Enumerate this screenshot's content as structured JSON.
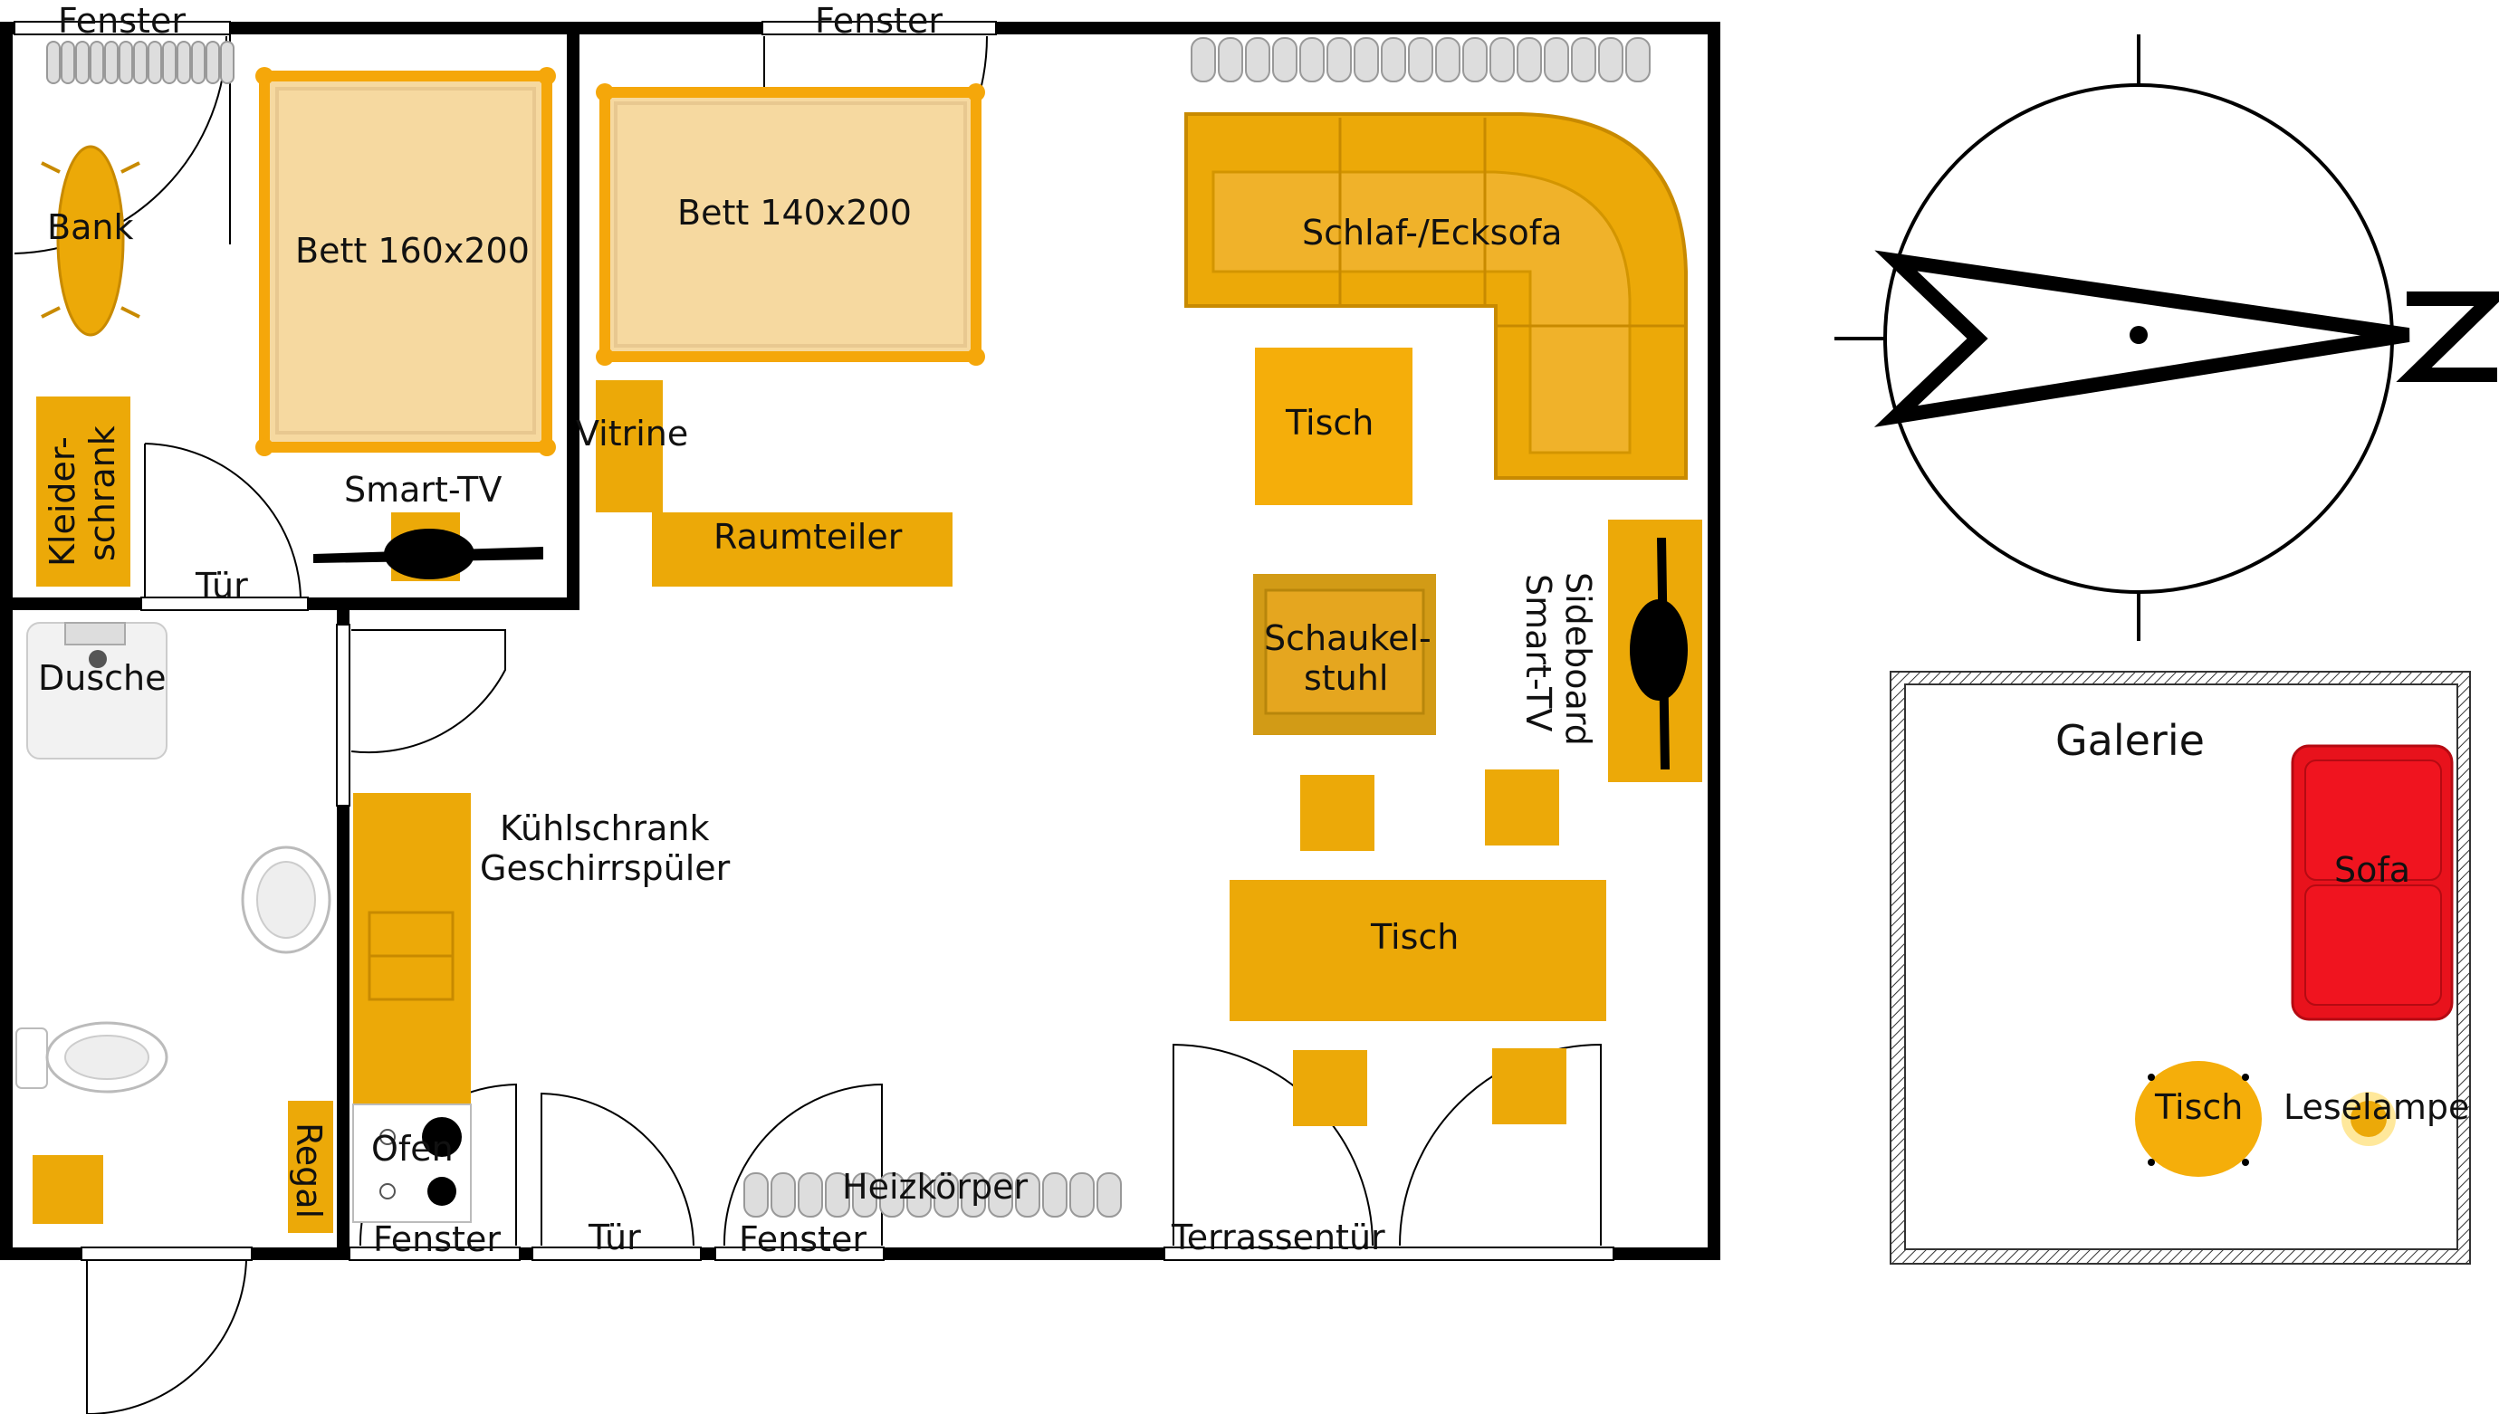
{
  "labels": {
    "fenster_a": "Fenster",
    "fenster_b": "Fenster",
    "fenster_c": "Fenster",
    "fenster_d": "Fenster",
    "bank": "Bank",
    "bett160": "Bett 160x200",
    "bett140": "Bett 140x200",
    "sofa_eck": "Schlaf-/Ecksofa",
    "vitrine": "Vitrine",
    "tisch_couch": "Tisch",
    "raumteiler": "Raumteiler",
    "smart_tv": "Smart-TV",
    "kleiderschrank_1": "Kleider-",
    "kleiderschrank_2": "schrank",
    "tuer_a": "Tür",
    "tuer_b": "Tür",
    "dusche": "Dusche",
    "schaukel_1": "Schaukel-",
    "schaukel_2": "stuhl",
    "sideboard_1": "Sideboard",
    "sideboard_2": "Smart-TV",
    "kuehl": "Kühlschrank",
    "spueler": "Geschirrspüler",
    "tisch_ess": "Tisch",
    "ofen": "Ofen",
    "regal": "Regal",
    "heizkoerper": "Heizkörper",
    "terrassentuer": "Terrassentür",
    "galerie": "Galerie",
    "sofa": "Sofa",
    "tisch_galerie": "Tisch",
    "leselampe": "Leselampe"
  },
  "colors": {
    "furniture": "#ECA908",
    "bed_frame": "#F5A70A",
    "bed_fill": "#F6D9A0",
    "sofa_red": "#E8121C",
    "wall": "#000000"
  }
}
